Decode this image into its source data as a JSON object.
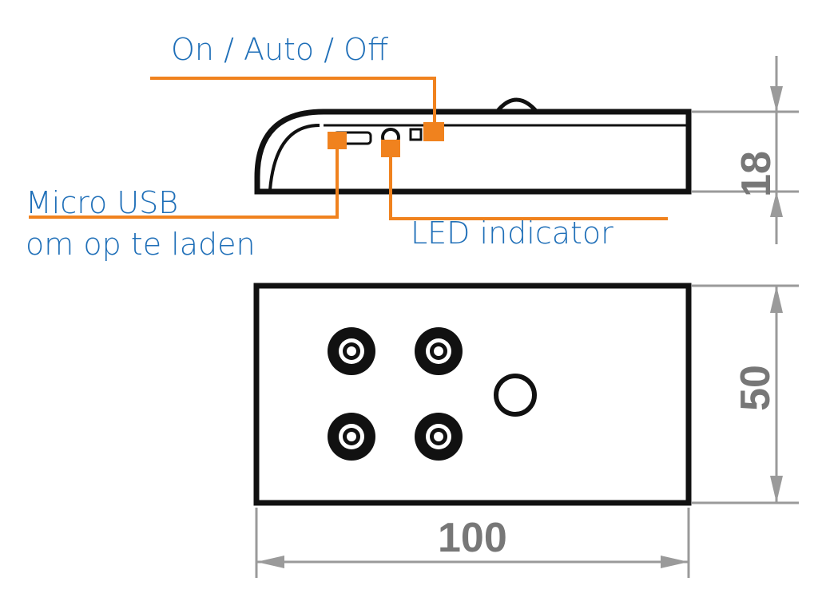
{
  "labels": {
    "switch": "On / Auto / Off",
    "usb_line1": "Micro USB",
    "usb_line2": "om op te laden",
    "led": "LED indicator"
  },
  "dimensions": {
    "height": "18",
    "width": "50",
    "length": "100"
  },
  "colors": {
    "label_text": "#1f6fb8",
    "leader_lines": "#f0821e",
    "outline": "#111111",
    "dimension": "#777777"
  }
}
